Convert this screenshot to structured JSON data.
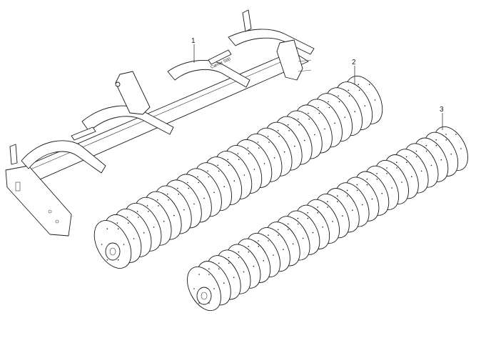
{
  "diagram": {
    "callouts": [
      {
        "id": "frame",
        "label": "1"
      },
      {
        "id": "roller-rear",
        "label": "2"
      },
      {
        "id": "roller-front",
        "label": "3"
      }
    ],
    "frame_marking": "Carrier 500",
    "colors": {
      "ink": "#1a1a1a",
      "paper": "#ffffff",
      "frame_fill": "#f4f4f4"
    },
    "rollers": [
      {
        "id": "roller-rear",
        "ring_count": 26
      },
      {
        "id": "roller-front",
        "ring_count": 26
      }
    ]
  }
}
